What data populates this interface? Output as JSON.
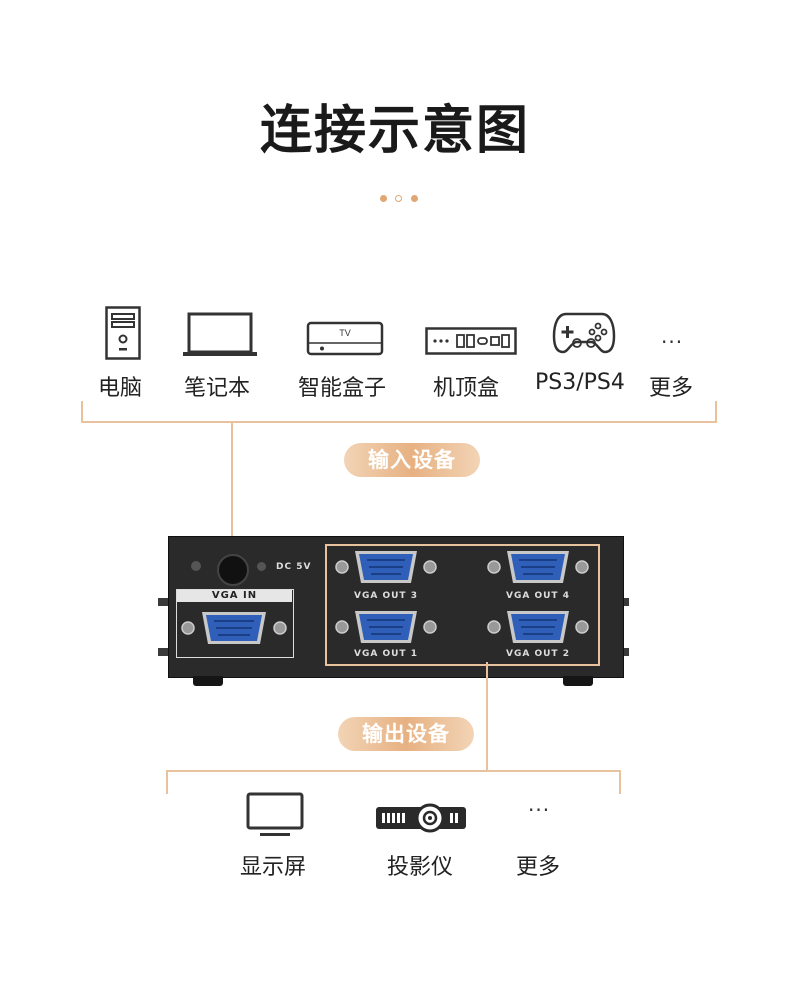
{
  "title": "连接示意图",
  "inputs": {
    "badge": "输入设备",
    "devices": [
      {
        "label": "电脑",
        "icon": "pc-tower-icon"
      },
      {
        "label": "笔记本",
        "icon": "laptop-icon"
      },
      {
        "label": "智能盒子",
        "icon": "tv-box-icon"
      },
      {
        "label": "机顶盒",
        "icon": "set-top-box-icon"
      },
      {
        "label": "PS3/PS4",
        "icon": "gamepad-icon"
      },
      {
        "label": "更多",
        "icon": "ellipsis-icon"
      }
    ],
    "more_glyph": "···",
    "tv_label": "TV"
  },
  "device": {
    "power_label": "DC 5V",
    "in_label": "VGA IN",
    "outputs": [
      "VGA OUT 3",
      "VGA OUT 4",
      "VGA OUT 1",
      "VGA OUT 2"
    ]
  },
  "outputs": {
    "badge": "输出设备",
    "devices": [
      {
        "label": "显示屏",
        "icon": "monitor-icon"
      },
      {
        "label": "投影仪",
        "icon": "projector-icon"
      },
      {
        "label": "更多",
        "icon": "ellipsis-icon"
      }
    ],
    "more_glyph": "···"
  },
  "colors": {
    "accent": "#e1a772",
    "line": "#e8c19d",
    "port": "#2f5fb8"
  }
}
